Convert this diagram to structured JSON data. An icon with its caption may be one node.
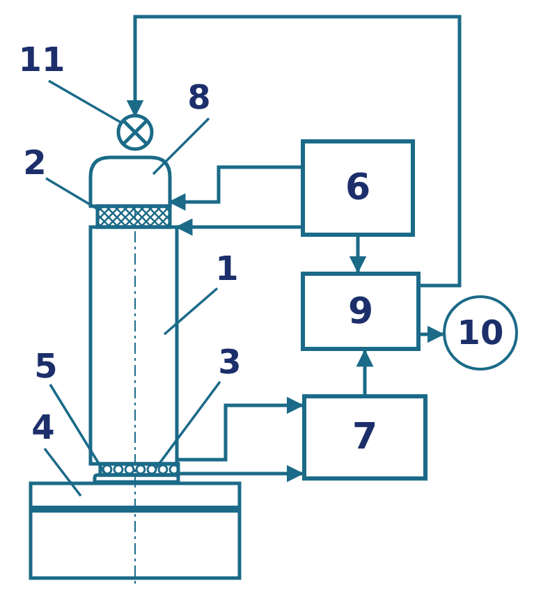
{
  "diagram": {
    "nodes": [
      {
        "text": [
          "6"
        ]
      },
      {
        "text": [
          "9"
        ]
      },
      {
        "text": [
          "7"
        ]
      },
      {
        "text": [
          "10"
        ]
      },
      {
        "text": [],
        "shape": "circle"
      },
      {
        "text": [],
        "shape": "box"
      },
      {
        "text": [],
        "shape": "box"
      },
      {
        "text": [],
        "shape": "box"
      },
      {
        "text": [],
        "shape": "box"
      },
      {
        "text": [],
        "shape": "box"
      },
      {
        "text": [],
        "shape": "box"
      },
      {
        "text": [
          "11"
        ]
      },
      {
        "text": [
          "8"
        ]
      },
      {
        "text": [
          "2"
        ]
      },
      {
        "text": [
          "1"
        ]
      },
      {
        "text": [
          "5"
        ]
      },
      {
        "text": [
          "3"
        ]
      },
      {
        "text": [
          "4"
        ]
      }
    ],
    "edges": [
      {
        "from": 0,
        "to": 5,
        "arrow": "to"
      },
      {
        "from": 0,
        "to": 7,
        "arrow": "to"
      },
      {
        "from": 0,
        "to": 1,
        "arrow": "to"
      },
      {
        "from": 1,
        "to": 4,
        "arrow": "to"
      },
      {
        "from": 1,
        "to": 3,
        "arrow": "to"
      },
      {
        "from": 2,
        "to": 1,
        "arrow": "to"
      },
      {
        "from": 7,
        "to": 2,
        "arrow": "to"
      },
      {
        "from": 8,
        "to": 2,
        "arrow": "to"
      },
      {
        "from": 11,
        "to": 4,
        "arrow": "none"
      },
      {
        "from": 12,
        "to": 5,
        "arrow": "none"
      },
      {
        "from": 13,
        "to": 6,
        "arrow": "none"
      },
      {
        "from": 14,
        "to": 7,
        "arrow": "none"
      },
      {
        "from": 15,
        "to": 9,
        "arrow": "none"
      },
      {
        "from": 16,
        "to": 8,
        "arrow": "none"
      },
      {
        "from": 17,
        "to": 10,
        "arrow": "none"
      }
    ]
  }
}
